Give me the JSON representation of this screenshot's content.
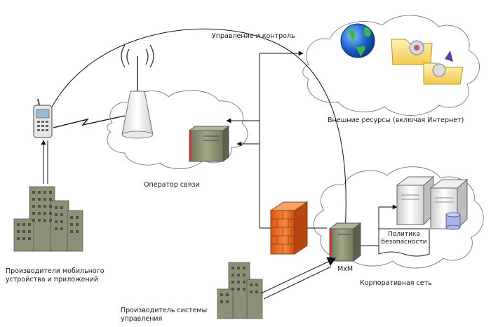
{
  "labels": {
    "control": "Управление и контроль",
    "external": "Внешние ресурсы (включая Интернет)",
    "operator": "Оператор связи",
    "manufacturers": "Производители мобильного устройства и приложений",
    "corporate": "Корпоративная сеть",
    "mxm": "MxM",
    "policy": "Политика безопасности",
    "management": "Производитель системы управления"
  },
  "icons": [
    "cloud-icon",
    "globe-icon",
    "folder-icon",
    "tower-icon",
    "phone-icon",
    "server-icon",
    "firewall-icon",
    "building-icon",
    "database-icon",
    "document-icon"
  ],
  "colors": {
    "line": "#111111",
    "server": "#8a8f6f",
    "firewall": "#ee7a2a",
    "building": "#8d8f76",
    "cloud": "#ffffff"
  }
}
